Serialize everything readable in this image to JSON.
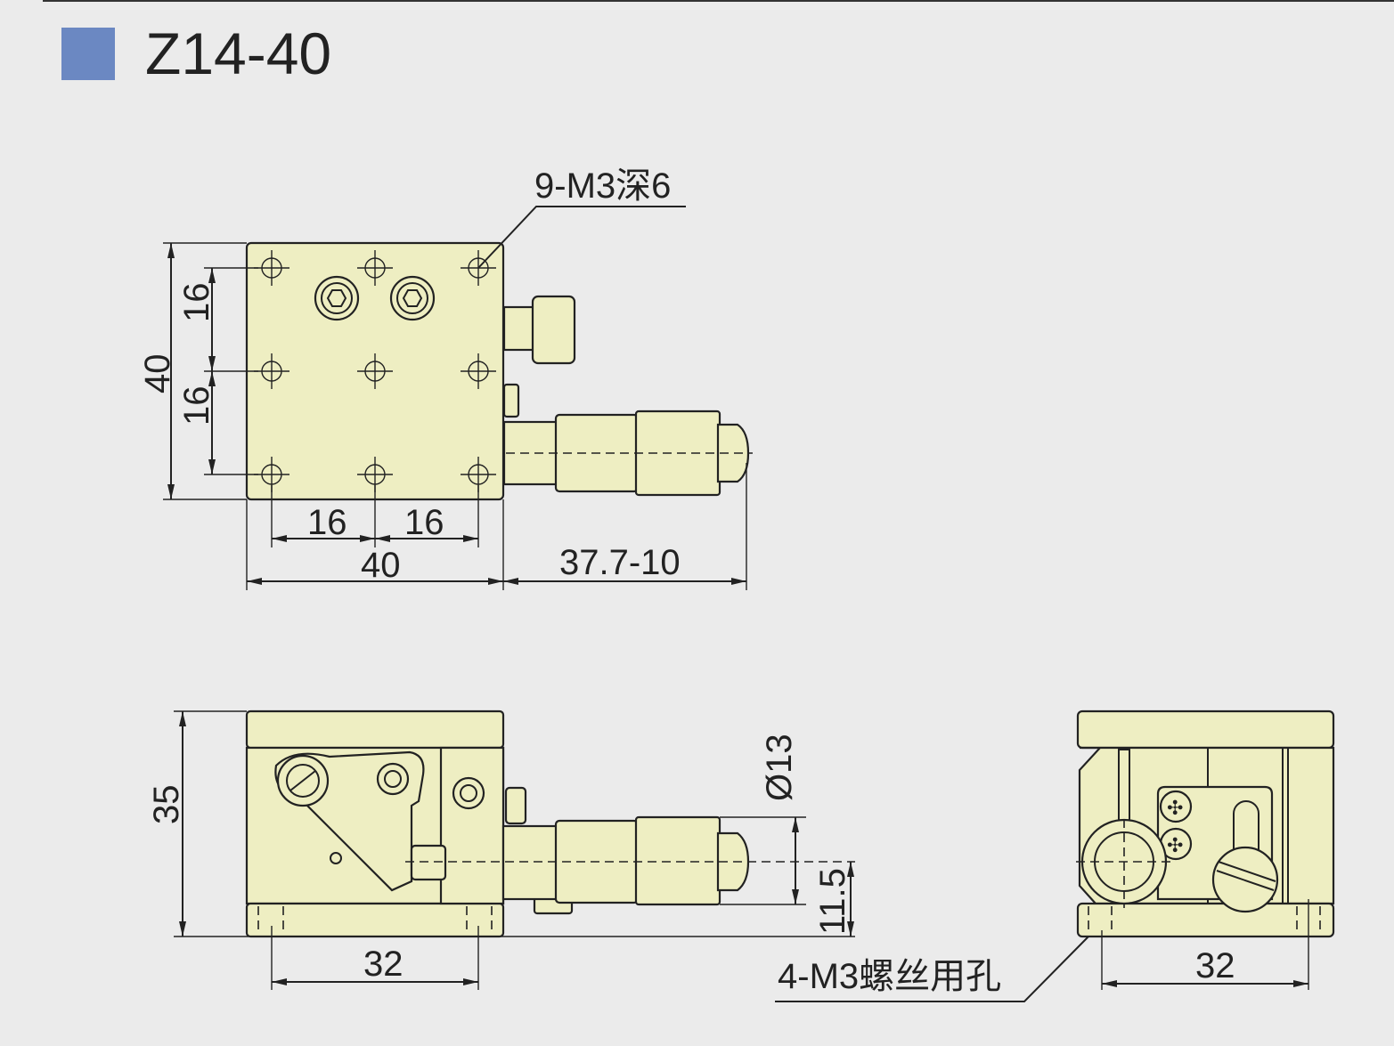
{
  "header": {
    "title": "Z14-40",
    "swatch_color": "#6b88c2"
  },
  "top_view": {
    "callout": "9-M3深6",
    "dim_left_16a": "16",
    "dim_left_16b": "16",
    "dim_left_40": "40",
    "dim_bottom_16a": "16",
    "dim_bottom_16b": "16",
    "dim_bottom_40": "40",
    "dim_travel": "37.7-10"
  },
  "front_view": {
    "dim_height": "35",
    "dim_diameter": "Ø13",
    "dim_axis_height": "11.5",
    "dim_hole_spacing": "32"
  },
  "side_view": {
    "callout": "4-M3螺丝用孔",
    "dim_hole_spacing": "32"
  },
  "colors": {
    "part_fill": "#eeeec2",
    "background": "#ebebeb",
    "line": "#222222"
  }
}
